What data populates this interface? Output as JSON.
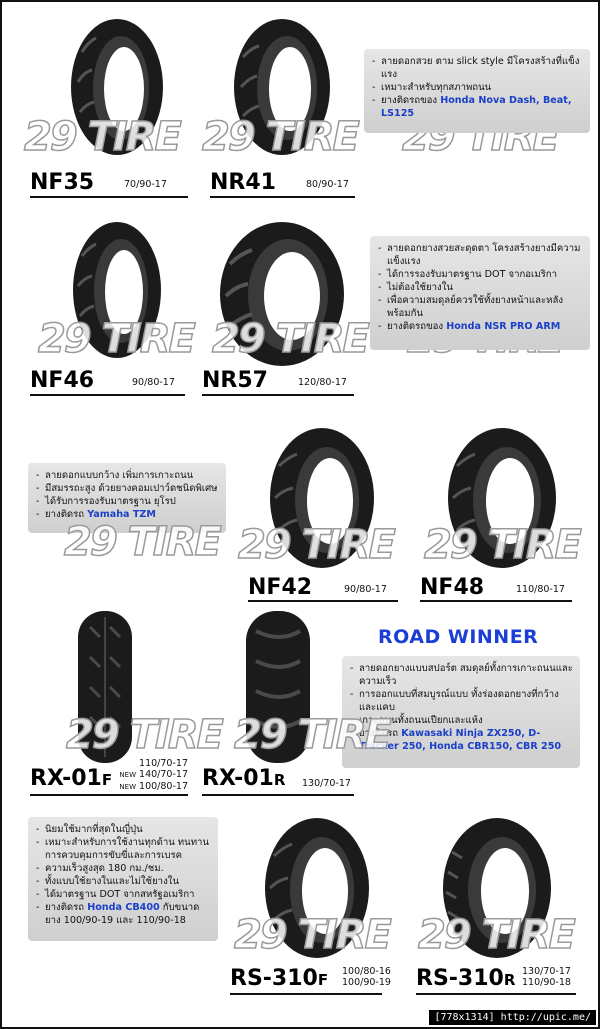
{
  "watermark": "29 TIRE",
  "heading": "ROAD WINNER",
  "footer": "[778x1314] http://upic.me/",
  "colors": {
    "highlight": "#1a3fc9",
    "heading": "#1b3fd6",
    "box": "#d9d9d9",
    "tire": "#1b1b1b"
  },
  "products": {
    "nf35": {
      "name": "NF35",
      "size": "70/90-17"
    },
    "nr41": {
      "name": "NR41",
      "size": "80/90-17"
    },
    "nf46": {
      "name": "NF46",
      "size": "90/80-17"
    },
    "nr57": {
      "name": "NR57",
      "size": "120/80-17"
    },
    "nf42": {
      "name": "NF42",
      "size": "90/80-17"
    },
    "nf48": {
      "name": "NF48",
      "size": "110/80-17"
    },
    "rx01f": {
      "name": "RX-01",
      "suffix": "F",
      "tag": "NEW",
      "sizes": [
        "110/70-17",
        "140/70-17",
        "100/80-17"
      ]
    },
    "rx01r": {
      "name": "RX-01",
      "suffix": "R",
      "size": "130/70-17"
    },
    "rs310f": {
      "name": "RS-310",
      "suffix": "F",
      "sizes": [
        "100/80-16",
        "100/90-19"
      ]
    },
    "rs310r": {
      "name": "RS-310",
      "suffix": "R",
      "sizes": [
        "130/70-17",
        "110/90-18"
      ]
    }
  },
  "boxes": {
    "b1": {
      "items": [
        "ลายดอกสวย ตาม slick style มีโครงสร้างที่แข็งแรง",
        "เหมาะสำหรับทุกสภาพถนน"
      ],
      "fit_label": "ยางติดรถของ",
      "fit": "Honda Nova Dash, Beat, LS125"
    },
    "b2": {
      "items": [
        "ลายดอกยางสวยสะดุดตา โครงสร้างยางมีความแข็งแรง",
        "ได้การรองรับมาตรฐาน DOT จากอเมริกา",
        "ไม่ต้องใช้ยางใน",
        "เพื่อความสมดุลย์ควรใช้ทั้งยางหน้าและหลังพร้อมกัน"
      ],
      "fit_label": "ยางติดรถของ",
      "fit": "Honda NSR PRO ARM"
    },
    "b3": {
      "items": [
        "ลายดอกแบบกว้าง เพิ่มการเกาะถนน",
        "มีสมรรถะสูง ด้วยยางคอมเปาว์ดชนิดพิเศษ",
        "ได้รับการรองรับมาตรฐาน ยุโรป"
      ],
      "fit_label": "ยางติดรถ",
      "fit": "Yamaha TZM"
    },
    "b4": {
      "items": [
        "ลายดอกยางแบบสปอร์ต สมดุลย์ทั้งการเกาะถนนและความเร็ว",
        "การออกแบบที่สมบูรณ์แบบ ทั้งร่องดอกยางที่กว้างและแคบ",
        "เกาะถนนทั้งถนนเปียกและแห้ง"
      ],
      "fit_label": "ยางติดรถ",
      "fit": "Kawasaki Ninja ZX250, D-Tracker 250, Honda CBR150, CBR 250"
    },
    "b5": {
      "items": [
        "นิยมใช้มากที่สุดในญี่ปุ่น",
        "เหมาะสำหรับการใช้งานทุกด้าน ทนทาน การควบคุมการขับขี่และการเบรค",
        "ความเร็วสูงสุด 180 กม./ชม.",
        "ทั้งแบบใช้ยางในและไม่ใช้ยางใน",
        "ได้มาตรฐาน DOT จากสหรัฐอเมริกา"
      ],
      "fit_label": "ยางติดรถ",
      "fit": "Honda CB400",
      "fit_tail": "กับขนาดยาง 100/90-19 และ 110/90-18"
    }
  }
}
